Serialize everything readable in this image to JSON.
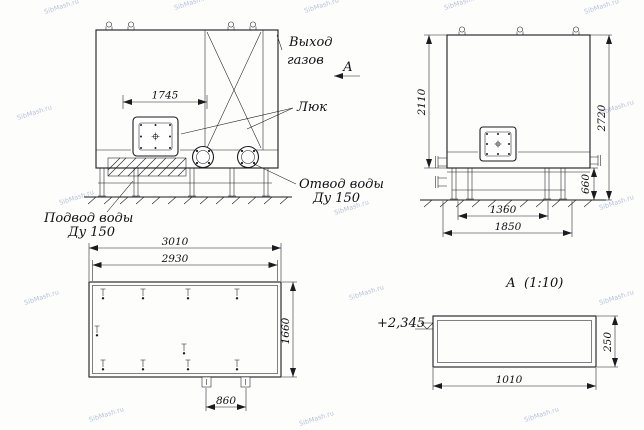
{
  "drawing": {
    "labels": {
      "gas_outlet_1": "Выход",
      "gas_outlet_2": "газов",
      "section_arrow": "А",
      "hatch": "Люк",
      "water_outlet_1": "Отвод воды",
      "water_outlet_2": "Ду 150",
      "water_inlet_1": "Подвод воды",
      "water_inlet_2": "Ду 150",
      "section_letter": "А",
      "section_scale": "(1:10)",
      "elevation": "+2,345"
    },
    "dims": {
      "d1745": "1745",
      "d2110": "2110",
      "d2720": "2720",
      "d660": "660",
      "d1360": "1360",
      "d1850": "1850",
      "d3010": "3010",
      "d2930": "2930",
      "d1660": "1660",
      "d860": "860",
      "d1010": "1010",
      "d250": "250"
    },
    "colors": {
      "line": "#1b1b20",
      "watermark": "#7d93bb"
    },
    "watermark": "SibMash.ru"
  }
}
